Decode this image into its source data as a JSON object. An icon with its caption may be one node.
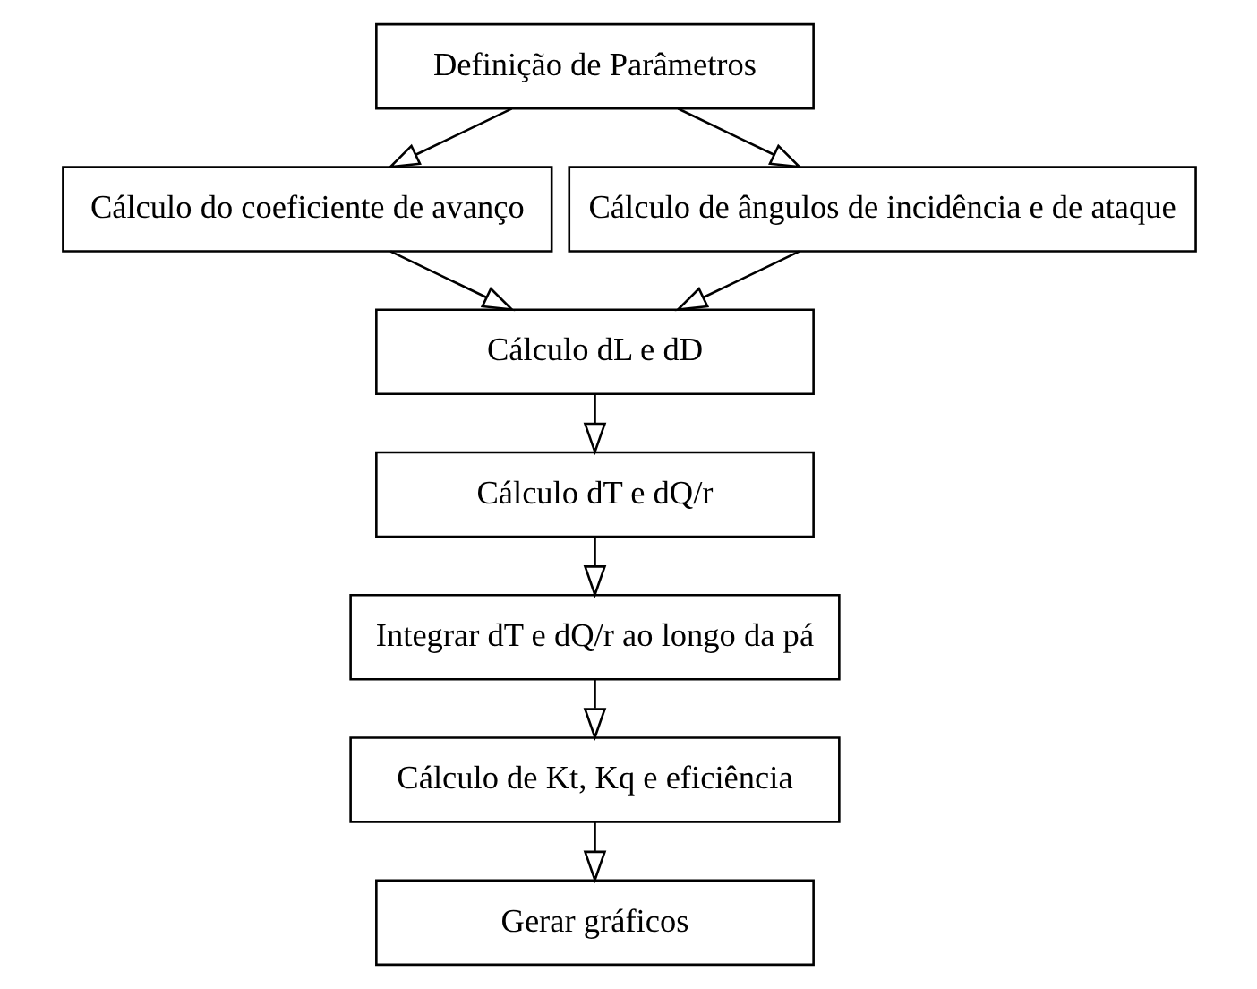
{
  "diagram": {
    "nodes": [
      {
        "text": [
          "Definição de Parâmetros"
        ]
      },
      {
        "text": [
          "Cálculo do coeficiente de avanço"
        ]
      },
      {
        "text": [
          "Cálculo de ângulos de incidência e de ataque"
        ]
      },
      {
        "text": [
          "Cálculo dL e dD"
        ]
      },
      {
        "text": [
          "Cálculo dT e dQ/r"
        ]
      },
      {
        "text": [
          "Integrar dT e dQ/r ao longo da pá"
        ]
      },
      {
        "text": [
          "Cálculo de Kt, Kq e eficiência"
        ]
      },
      {
        "text": [
          "Gerar gráficos"
        ]
      }
    ],
    "edges": [
      {
        "from": 0,
        "to": 1,
        "arrow": "to"
      },
      {
        "from": 0,
        "to": 2,
        "arrow": "to"
      },
      {
        "from": 1,
        "to": 3,
        "arrow": "to"
      },
      {
        "from": 2,
        "to": 3,
        "arrow": "to"
      },
      {
        "from": 3,
        "to": 4,
        "arrow": "to"
      },
      {
        "from": 4,
        "to": 5,
        "arrow": "to"
      },
      {
        "from": 5,
        "to": 6,
        "arrow": "to"
      },
      {
        "from": 6,
        "to": 7,
        "arrow": "to"
      }
    ]
  }
}
